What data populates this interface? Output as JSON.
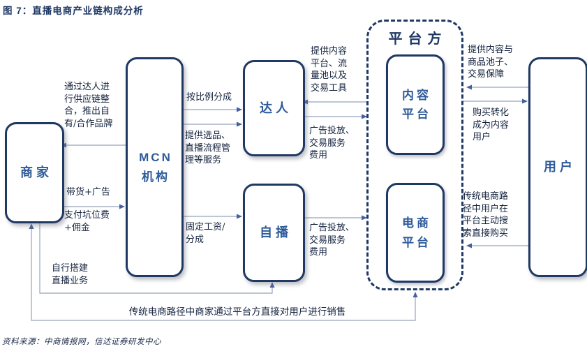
{
  "title": "图 7：直播电商产业链构成分析",
  "source": "资料来源：中商情报网，信达证券研发中心",
  "colors": {
    "title_navy": "#1f3864",
    "box_border": "#1f3864",
    "box_text_blue": "#2e5b9a",
    "connector_line": "#94a3bb",
    "arrowhead_blue": "#44609e"
  },
  "nodes": {
    "merchant": "商家",
    "mcn": "MCN\n机构",
    "daren": "达人",
    "zibo": "自播",
    "platform_group": "平台方",
    "content_platform": "内容\n平台",
    "ecommerce_platform": "电商\n平台",
    "user": "用户"
  },
  "edges": {
    "mcn_to_merchant": "通过达人进\n行供应链整\n合，推出自\n有/合作品牌",
    "merchant_to_mcn_top": "带货+广告",
    "merchant_to_mcn_bottom": "支付坑位费\n+佣金",
    "merchant_to_zibo": "自行搭建\n直播业务",
    "mcn_to_daren_share": "按比例分成",
    "mcn_to_daren_service": "提供选品、\n直播流程管\n理等服务",
    "mcn_to_zibo": "固定工资/\n分成",
    "platform_to_daren": "提供内容\n平台、流\n量池以及\n交易工具",
    "daren_to_platform": "广告投放、\n交易服务\n费用",
    "zibo_to_platform": "广告投放、\n交易服务\n费用",
    "platform_to_user": "提供内容与\n商品池子、\n交易保障",
    "user_convert": "购买转化\n成为内容\n用户",
    "user_search": "传统电商路\n径中用户在\n平台主动搜\n索直接购买",
    "merchant_traditional": "传统电商路径中商家通过平台方直接对用户进行销售"
  }
}
